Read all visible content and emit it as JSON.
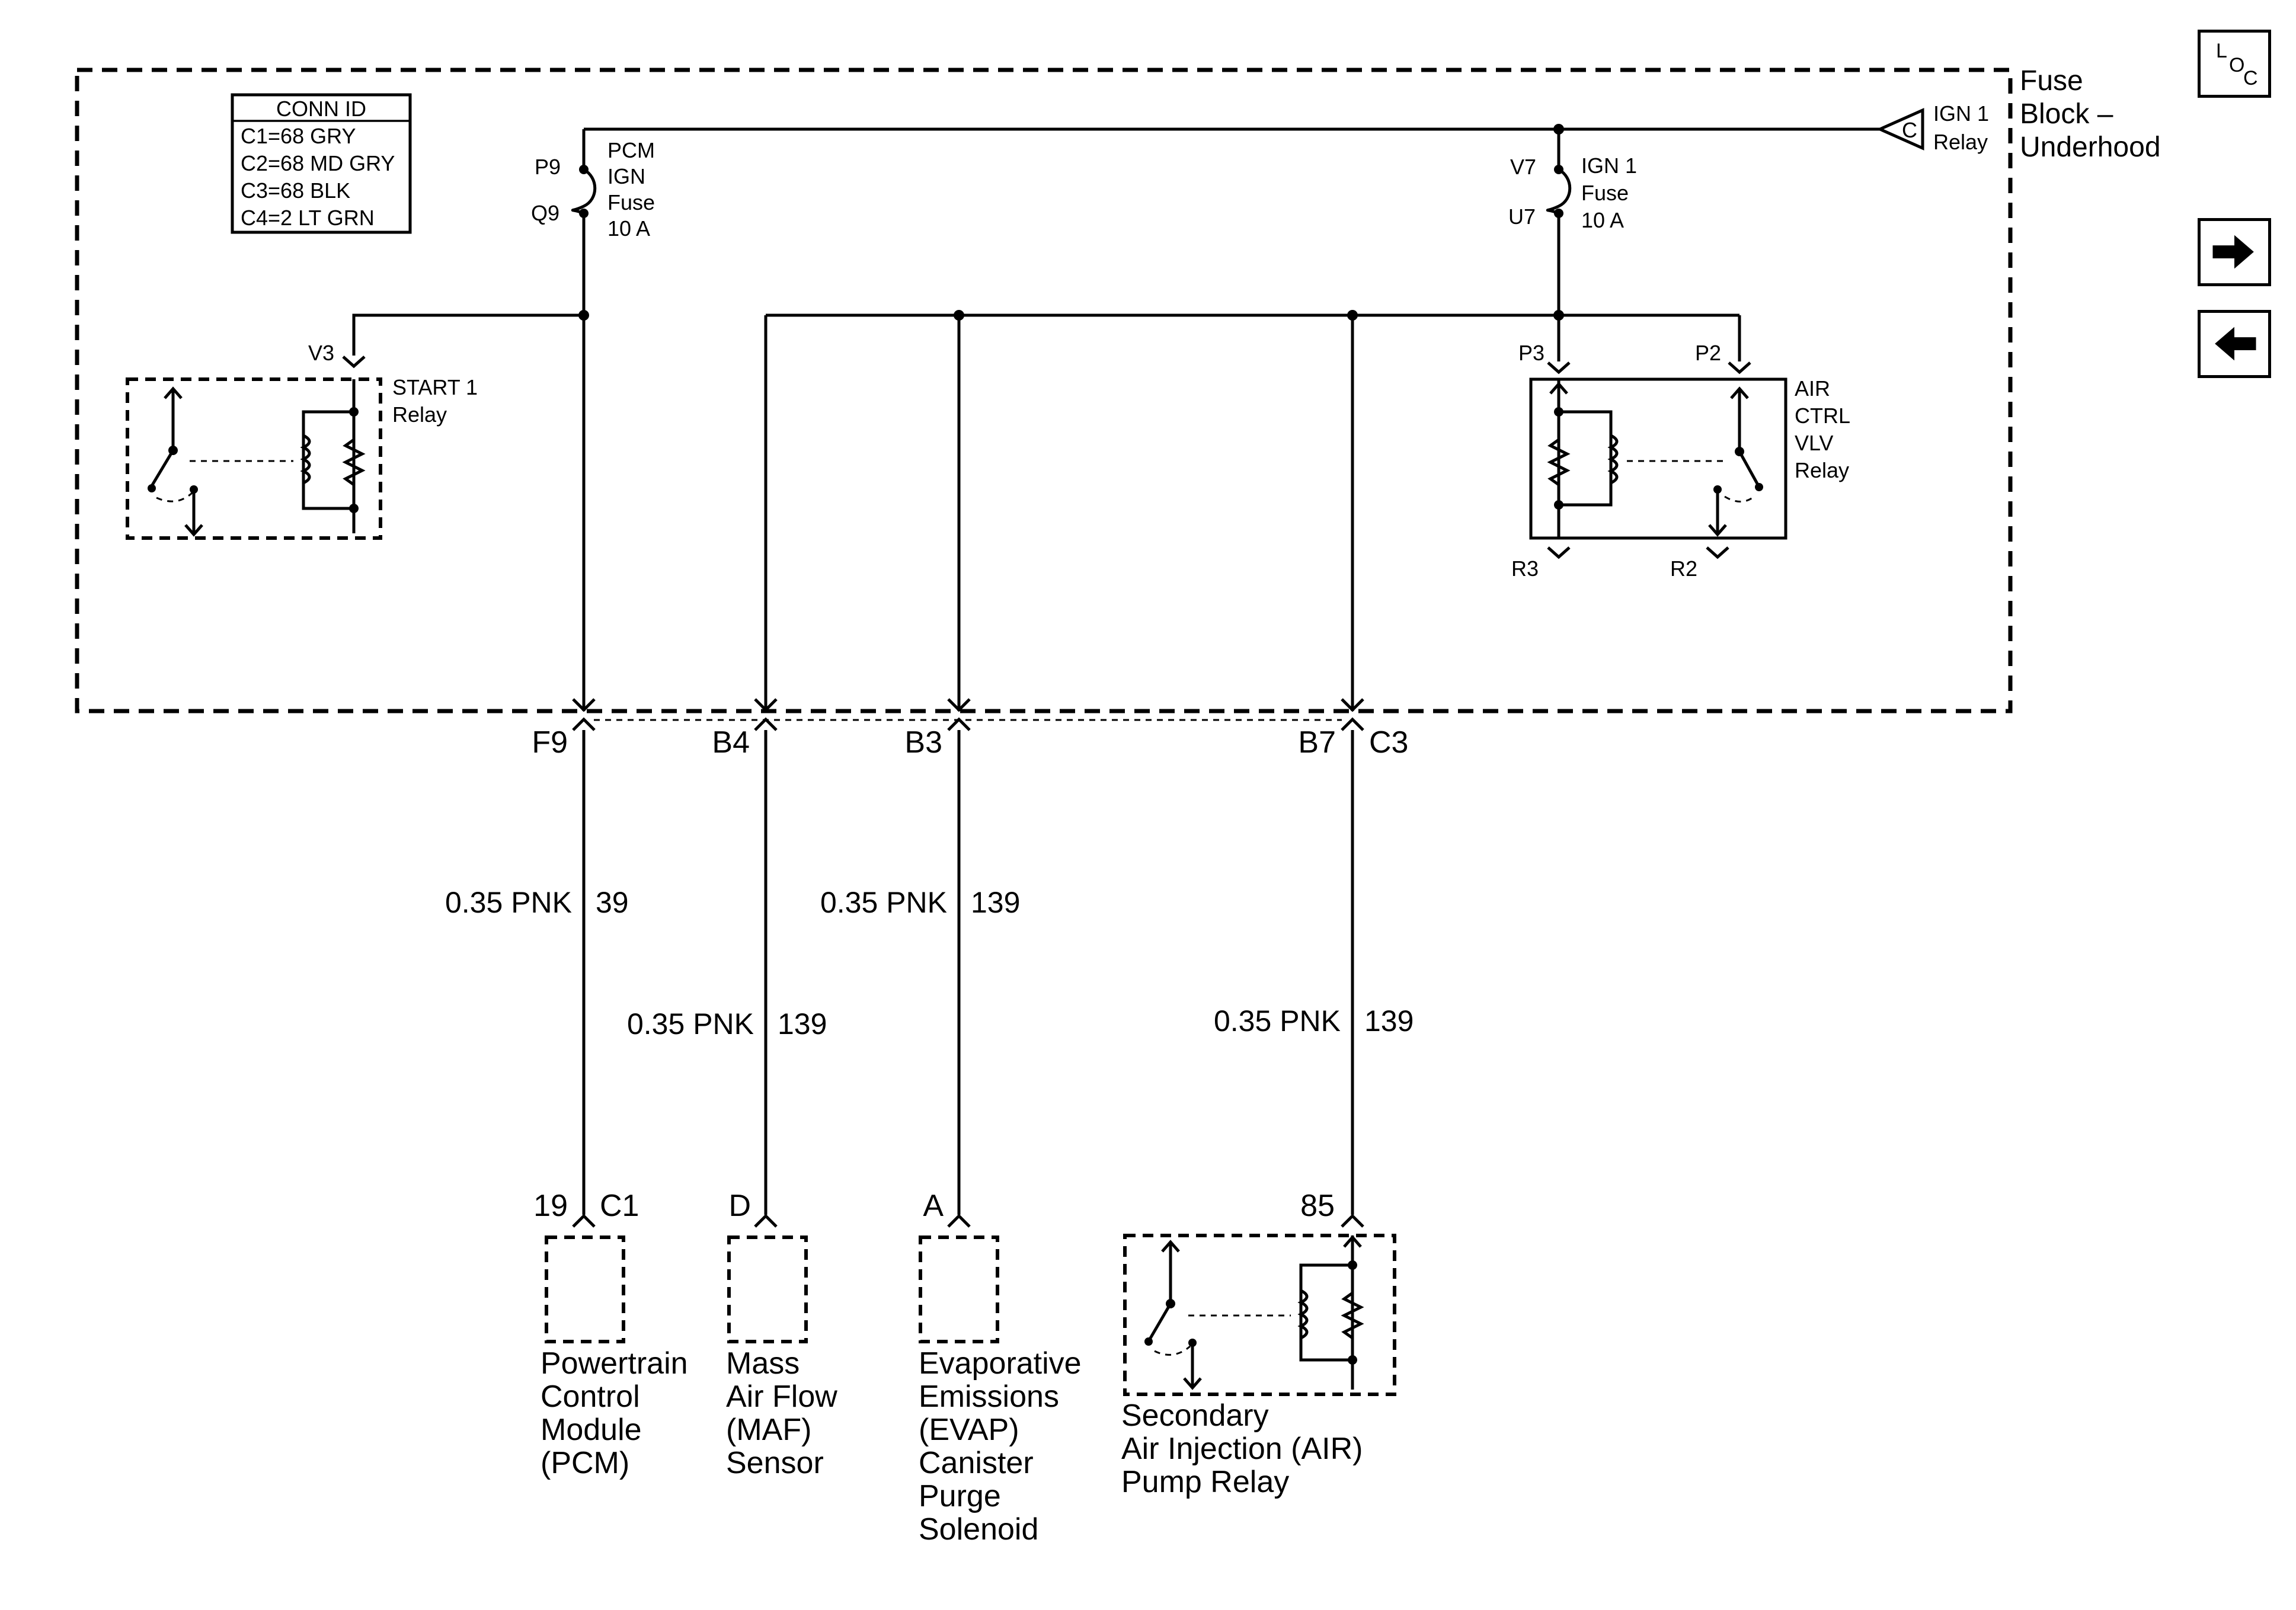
{
  "conn_id": {
    "header": "CONN ID",
    "rows": [
      "C1=68 GRY",
      "C2=68 MD GRY",
      "C3=68 BLK",
      "C4=2 LT GRN"
    ]
  },
  "fuse_block": {
    "line1": "Fuse",
    "line2": "Block –",
    "line3": "Underhood"
  },
  "ign1_relay": {
    "marker": "C",
    "line1": "IGN 1",
    "line2": "Relay"
  },
  "pcm_fuse": {
    "pin_in": "P9",
    "pin_out": "Q9",
    "line1": "PCM",
    "line2": "IGN",
    "line3": "Fuse",
    "line4": "10 A"
  },
  "ign1_fuse": {
    "pin_in": "V7",
    "pin_out": "U7",
    "line1": "IGN 1",
    "line2": "Fuse",
    "line3": "10 A"
  },
  "start_relay": {
    "pin": "V3",
    "line1": "START 1",
    "line2": "Relay"
  },
  "air_ctrl_relay": {
    "pin_p3": "P3",
    "pin_p2": "P2",
    "pin_r3": "R3",
    "pin_r2": "R2",
    "line1": "AIR",
    "line2": "CTRL",
    "line3": "VLV",
    "line4": "Relay"
  },
  "fuse_block_pins": {
    "f9": "F9",
    "b4": "B4",
    "b3": "B3",
    "b7": "B7",
    "c3": "C3"
  },
  "wires": [
    {
      "gauge_color": "0.35 PNK",
      "circuit": "39"
    },
    {
      "gauge_color": "0.35 PNK",
      "circuit": "139"
    },
    {
      "gauge_color": "0.35 PNK",
      "circuit": "139"
    },
    {
      "gauge_color": "0.35 PNK",
      "circuit": "139"
    }
  ],
  "components": {
    "pcm": {
      "pin": "19",
      "connector": "C1",
      "lines": [
        "Powertrain",
        "Control",
        "Module",
        "(PCM)"
      ]
    },
    "maf": {
      "pin": "D",
      "lines": [
        "Mass",
        "Air Flow",
        "(MAF)",
        "Sensor"
      ]
    },
    "evap": {
      "pin": "A",
      "lines": [
        "Evaporative",
        "Emissions",
        "(EVAP)",
        "Canister",
        "Purge",
        "Solenoid"
      ]
    },
    "air_pump": {
      "pin": "85",
      "lines": [
        "Secondary",
        "Air Injection (AIR)",
        "Pump Relay"
      ]
    }
  },
  "nav": {
    "loc_l": "L",
    "loc_o": "O",
    "loc_c": "C",
    "next_icon": "arrow-right-icon",
    "prev_icon": "arrow-left-icon"
  }
}
